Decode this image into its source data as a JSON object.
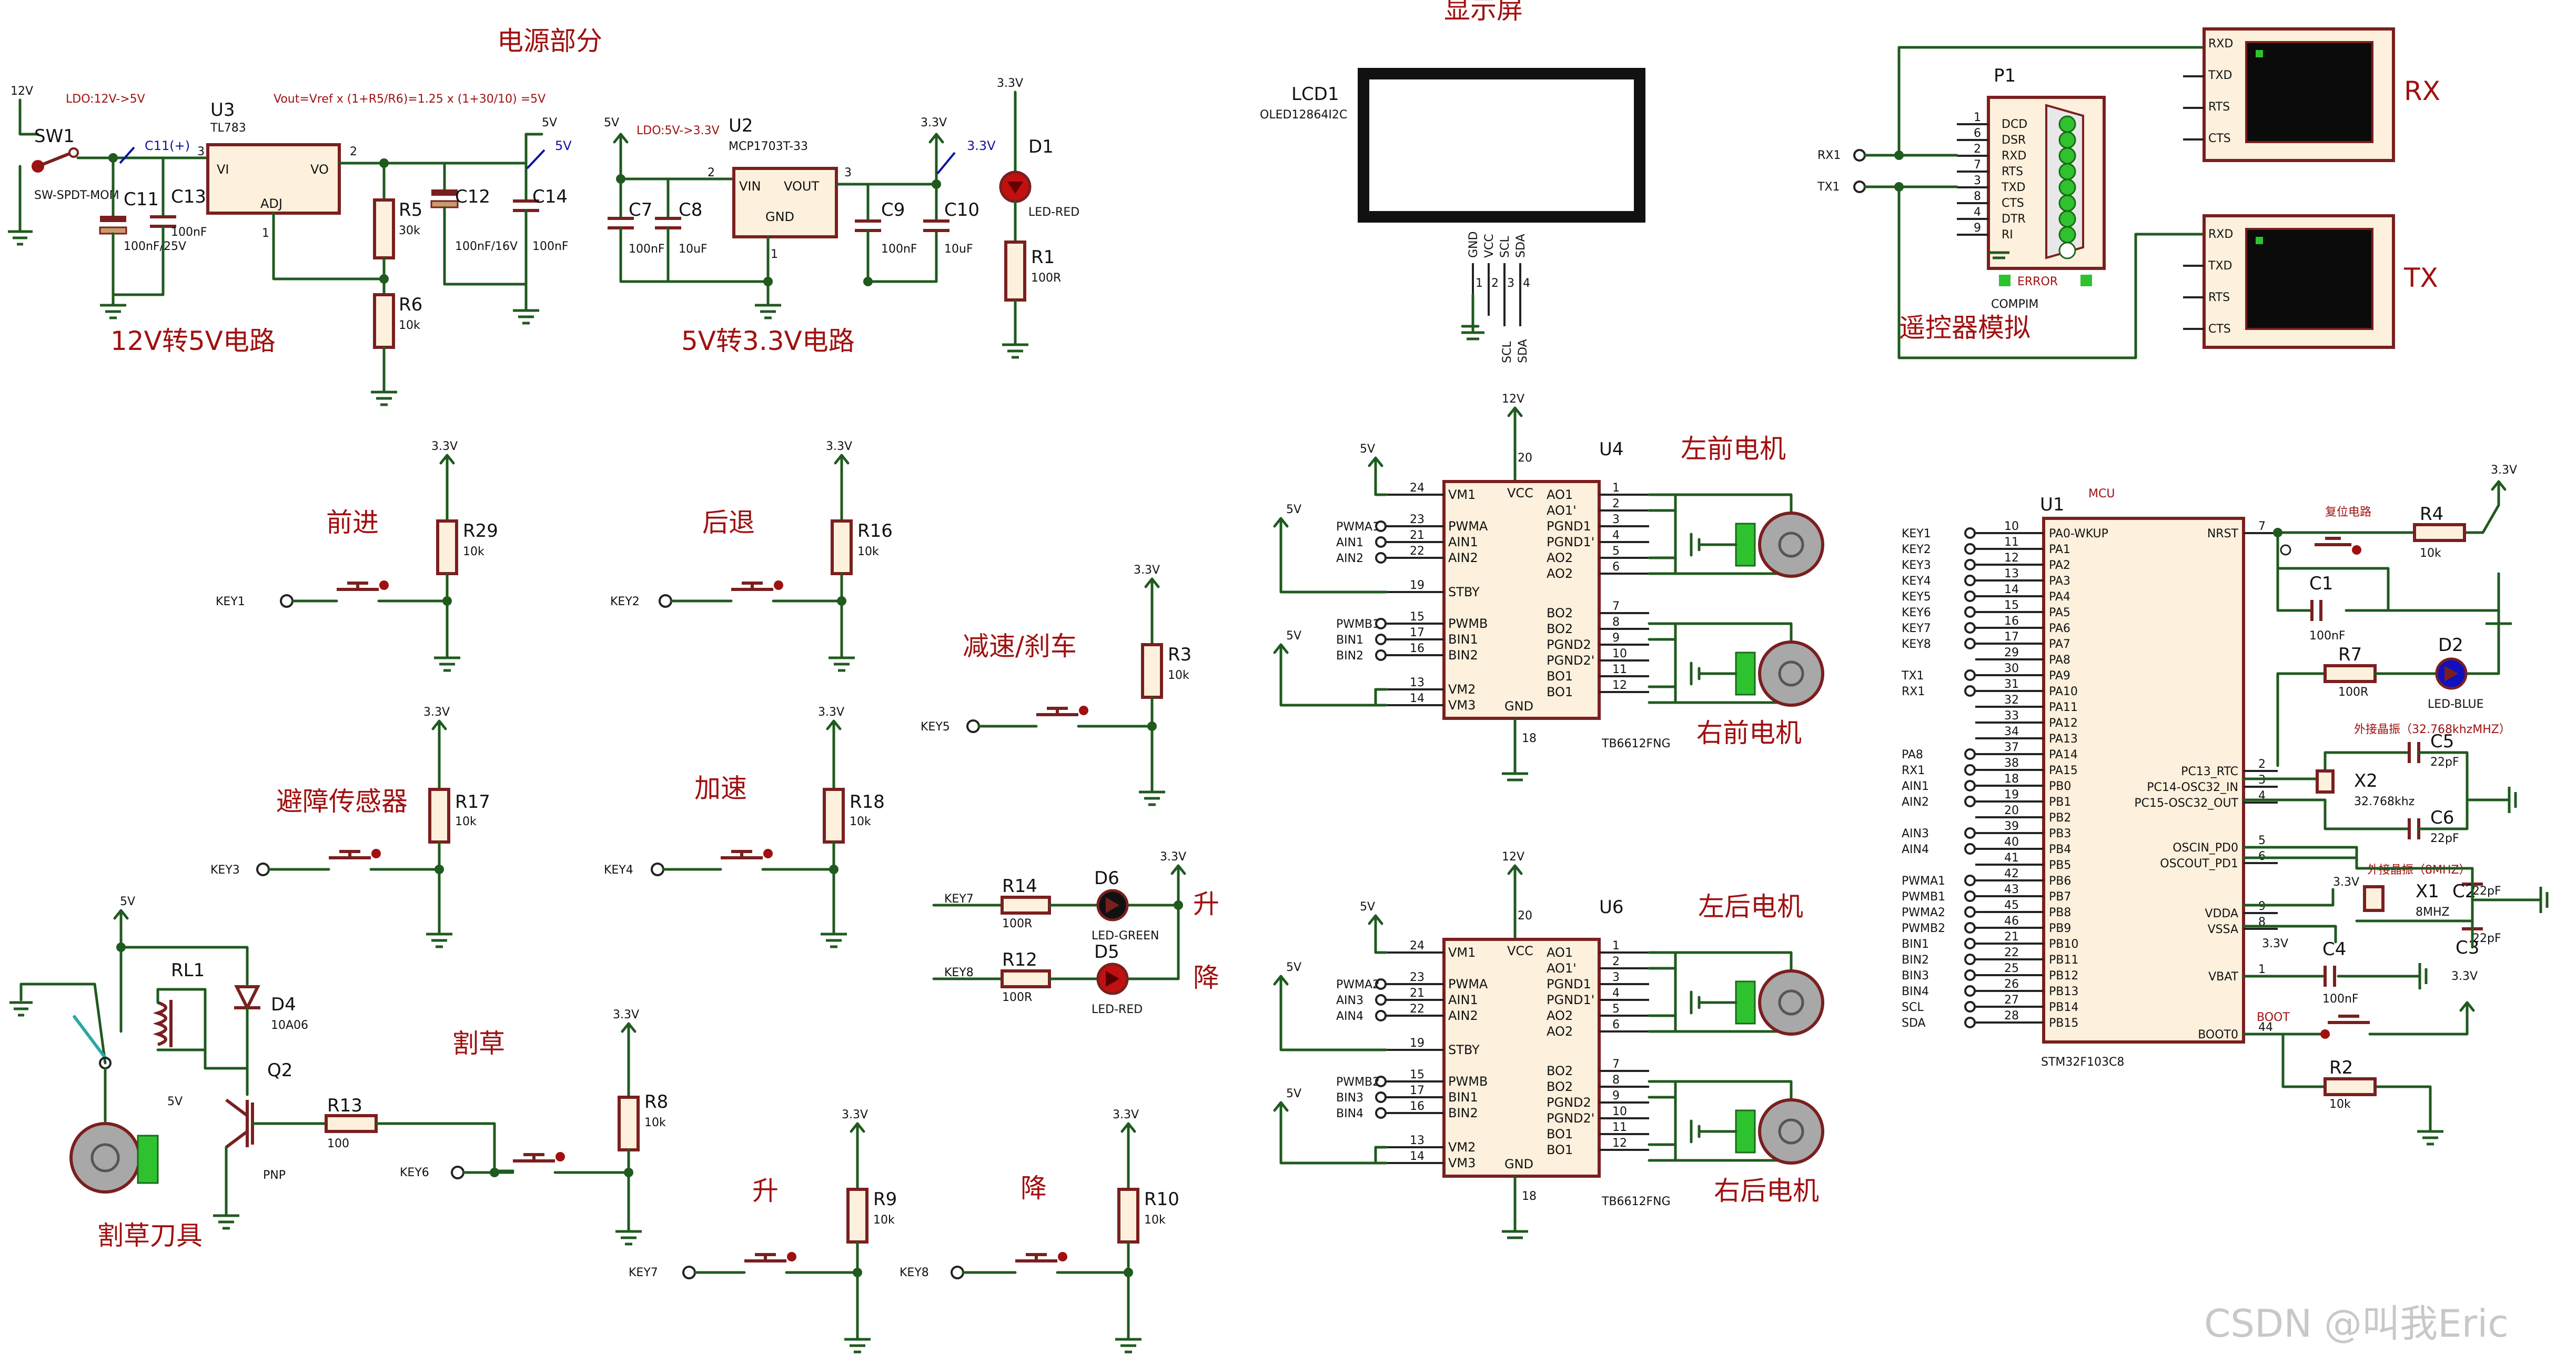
{
  "sections": {
    "power": "电源部分",
    "display": "显示屏",
    "remote": "遥控器模拟",
    "c12to5": "12V转5V电路",
    "c5to33": "5V转3.3V电路",
    "forward": "前进",
    "backward": "后退",
    "brake": "减速/刹车",
    "sensor": "避障传感器",
    "accel": "加速",
    "mowing": "割草",
    "up": "升",
    "down": "降",
    "up2": "升",
    "down2": "降",
    "blade": "割草刀具",
    "lf_motor": "左前电机",
    "rf_motor": "右前电机",
    "lr_motor": "左后电机",
    "rr_motor": "右后电机"
  },
  "power": {
    "v12": "12V",
    "sw1": "SW1",
    "sw1_val": "SW-SPDT-MOM",
    "ldo1_note": "LDO:12V->5V",
    "formula": "Vout=Vref x (1+R5/R6)=1.25 x (1+30/10) =5V",
    "u3": "U3",
    "u3_val": "TL783",
    "u3_vi": "VI",
    "u3_vo": "VO",
    "u3_adj": "ADJ",
    "c11plus": "C11(+)",
    "c11": "C11",
    "c11_val": "100nF/25V",
    "c13": "C13",
    "c13_val": "100nF",
    "r5": "R5",
    "r5_val": "30k",
    "r6": "R6",
    "r6_val": "10k",
    "c12": "C12",
    "c12_val": "100nF/16V",
    "c14": "C14",
    "c14_val": "100nF",
    "v5": "5V",
    "v5b": "5V",
    "v5c": "5V",
    "ldo2_note": "LDO:5V->3.3V",
    "u2": "U2",
    "u2_val": "MCP1703T-33",
    "u2_vin": "VIN",
    "u2_vout": "VOUT",
    "u2_gnd": "GND",
    "c7": "C7",
    "c7_val": "100nF",
    "c8": "C8",
    "c8_val": "10uF",
    "c9": "C9",
    "c9_val": "100nF",
    "c10": "C10",
    "c10_val": "10uF",
    "v33": "3.3V",
    "v33b": "3.3V",
    "v33c": "3.3V",
    "d1": "D1",
    "d1_val": "LED-RED",
    "r1": "R1",
    "r1_val": "100R"
  },
  "lcd": {
    "ref": "LCD1",
    "val": "OLED12864I2C",
    "pins": [
      "GND",
      "VCC",
      "SCL",
      "SDA"
    ],
    "nets": [
      "SCL",
      "SDA"
    ]
  },
  "p1": {
    "ref": "P1",
    "val": "COMPIM",
    "pins": [
      {
        "name": "DCD",
        "num": "1"
      },
      {
        "name": "DSR",
        "num": "6"
      },
      {
        "name": "RXD",
        "num": "2"
      },
      {
        "name": "RTS",
        "num": "7"
      },
      {
        "name": "TXD",
        "num": "3"
      },
      {
        "name": "CTS",
        "num": "8"
      },
      {
        "name": "DTR",
        "num": "4"
      },
      {
        "name": "RI",
        "num": "9"
      }
    ],
    "error": "ERROR",
    "rx1": "RX1",
    "tx1": "TX1"
  },
  "terms": {
    "rx": "RX",
    "tx": "TX",
    "pins": [
      "RXD",
      "TXD",
      "RTS",
      "CTS"
    ]
  },
  "keys": [
    {
      "key": "KEY1",
      "r": "R29",
      "v": "3.3V",
      "rv": "10k"
    },
    {
      "key": "KEY2",
      "r": "R16",
      "v": "3.3V",
      "rv": "10k"
    },
    {
      "key": "KEY5",
      "r": "R3",
      "v": "3.3V",
      "rv": "10k"
    },
    {
      "key": "KEY3",
      "r": "R17",
      "v": "3.3V",
      "rv": "10k"
    },
    {
      "key": "KEY4",
      "r": "R18",
      "v": "3.3V",
      "rv": "10k"
    },
    {
      "key": "KEY6",
      "r": "R8",
      "v": "3.3V",
      "rv": "10k"
    },
    {
      "key": "KEY7",
      "r": "R9",
      "v": "3.3V",
      "rv": "10k"
    },
    {
      "key": "KEY8",
      "r": "R10",
      "v": "3.3V",
      "rv": "10k"
    }
  ],
  "leds": {
    "key7": "KEY7",
    "key8": "KEY8",
    "r14": "R14",
    "r14_val": "100R",
    "r12": "R12",
    "r12_val": "100R",
    "d6": "D6",
    "d6_val": "LED-GREEN",
    "d5": "D5",
    "d5_val": "LED-RED",
    "v": "3.3V"
  },
  "relay": {
    "v5": "5V",
    "rl1": "RL1",
    "d4": "D4",
    "d4_val": "10A06",
    "q2": "Q2",
    "q2_val": "PNP",
    "r13": "R13",
    "r13_val": "100",
    "relay_v": "5V"
  },
  "drivers": [
    {
      "ref": "U4",
      "val": "TB6612FNG",
      "v12": "12V",
      "v5": "5V",
      "v5b": "5V",
      "v5c": "5V",
      "in": [
        "PWMA1",
        "AIN1",
        "AIN2",
        "PWMB1",
        "BIN1",
        "BIN2"
      ]
    },
    {
      "ref": "U6",
      "val": "TB6612FNG",
      "v12": "12V",
      "v5": "5V",
      "v5b": "5V",
      "v5c": "5V",
      "in": [
        "PWMA2",
        "AIN3",
        "AIN4",
        "PWMB2",
        "BIN3",
        "BIN4"
      ]
    }
  ],
  "driver_pins": {
    "left": [
      {
        "name": "VM1",
        "num": "24"
      },
      {
        "name": "PWMA",
        "num": "23"
      },
      {
        "name": "AIN1",
        "num": "21"
      },
      {
        "name": "AIN2",
        "num": "22"
      },
      {
        "name": "STBY",
        "num": "19"
      },
      {
        "name": "PWMB",
        "num": "15"
      },
      {
        "name": "BIN1",
        "num": "17"
      },
      {
        "name": "BIN2",
        "num": "16"
      },
      {
        "name": "VM2",
        "num": "13"
      },
      {
        "name": "VM3",
        "num": "14"
      }
    ],
    "right": [
      {
        "name": "AO1",
        "num": "1"
      },
      {
        "name": "AO1'",
        "num": "2"
      },
      {
        "name": "PGND1",
        "num": "3"
      },
      {
        "name": "PGND1'",
        "num": "4"
      },
      {
        "name": "AO2",
        "num": "5"
      },
      {
        "name": "AO2",
        "num": "6"
      },
      {
        "name": "BO2",
        "num": "7"
      },
      {
        "name": "BO2",
        "num": "8"
      },
      {
        "name": "PGND2",
        "num": "9"
      },
      {
        "name": "PGND2'",
        "num": "10"
      },
      {
        "name": "BO1",
        "num": "11"
      },
      {
        "name": "BO1",
        "num": "12"
      }
    ],
    "vcc": "VCC",
    "gnd": "GND",
    "vcc_num": "20",
    "gnd_num": "18"
  },
  "mcu": {
    "ref": "U1",
    "title": "MCU",
    "val": "STM32F103C8",
    "left": [
      {
        "net": "KEY1",
        "num": "10",
        "pin": "PA0-WKUP"
      },
      {
        "net": "KEY2",
        "num": "11",
        "pin": "PA1"
      },
      {
        "net": "KEY3",
        "num": "12",
        "pin": "PA2"
      },
      {
        "net": "KEY4",
        "num": "13",
        "pin": "PA3"
      },
      {
        "net": "KEY5",
        "num": "14",
        "pin": "PA4"
      },
      {
        "net": "KEY6",
        "num": "15",
        "pin": "PA5"
      },
      {
        "net": "KEY7",
        "num": "16",
        "pin": "PA6"
      },
      {
        "net": "KEY8",
        "num": "17",
        "pin": "PA7"
      },
      {
        "net": "",
        "num": "29",
        "pin": "PA8"
      },
      {
        "net": "TX1",
        "num": "30",
        "pin": "PA9"
      },
      {
        "net": "RX1",
        "num": "31",
        "pin": "PA10"
      },
      {
        "net": "",
        "num": "32",
        "pin": "PA11"
      },
      {
        "net": "",
        "num": "33",
        "pin": "PA12"
      },
      {
        "net": "",
        "num": "34",
        "pin": "PA13"
      },
      {
        "net": "PA8",
        "num": "37",
        "pin": "PA14"
      },
      {
        "net": "RX1",
        "num": "38",
        "pin": "PA15"
      },
      {
        "net": "AIN1",
        "num": "18",
        "pin": "PB0"
      },
      {
        "net": "AIN2",
        "num": "19",
        "pin": "PB1"
      },
      {
        "net": "",
        "num": "20",
        "pin": "PB2"
      },
      {
        "net": "AIN3",
        "num": "39",
        "pin": "PB3"
      },
      {
        "net": "AIN4",
        "num": "40",
        "pin": "PB4"
      },
      {
        "net": "",
        "num": "41",
        "pin": "PB5"
      },
      {
        "net": "PWMA1",
        "num": "42",
        "pin": "PB6"
      },
      {
        "net": "PWMB1",
        "num": "43",
        "pin": "PB7"
      },
      {
        "net": "PWMA2",
        "num": "45",
        "pin": "PB8"
      },
      {
        "net": "PWMB2",
        "num": "46",
        "pin": "PB9"
      },
      {
        "net": "BIN1",
        "num": "21",
        "pin": "PB10"
      },
      {
        "net": "BIN2",
        "num": "22",
        "pin": "PB11"
      },
      {
        "net": "BIN3",
        "num": "25",
        "pin": "PB12"
      },
      {
        "net": "BIN4",
        "num": "26",
        "pin": "PB13"
      },
      {
        "net": "SCL",
        "num": "27",
        "pin": "PB14"
      },
      {
        "net": "SDA",
        "num": "28",
        "pin": "PB15"
      }
    ],
    "right": [
      {
        "pin": "NRST",
        "num": "7"
      },
      {
        "pin": "PC13_RTC",
        "num": "2"
      },
      {
        "pin": "PC14-OSC32_IN",
        "num": "3"
      },
      {
        "pin": "PC15-OSC32_OUT",
        "num": "4"
      },
      {
        "pin": "OSCIN_PD0",
        "num": "5"
      },
      {
        "pin": "OSCOUT_PD1",
        "num": "6"
      },
      {
        "pin": "VDDA",
        "num": "9"
      },
      {
        "pin": "VSSA",
        "num": "8"
      },
      {
        "pin": "VBAT",
        "num": "1"
      },
      {
        "pin": "BOOT0",
        "num": "44"
      }
    ],
    "reset_note": "复位电路",
    "r4": "R4",
    "r4_val": "10k",
    "v33": "3.3V",
    "c1": "C1",
    "c1_val": "100nF",
    "r7": "R7",
    "r7_val": "100R",
    "d2": "D2",
    "d2_val": "LED-BLUE",
    "xtal_note": "外接晶振（32.768khzMHZ）",
    "x2": "X2",
    "x2_val": "32.768khz",
    "c5": "C5",
    "c5_val": "22pF",
    "c6": "C6",
    "c6_val": "22pF",
    "xtal2_note": "外接晶振（8MHZ）",
    "x1": "X1",
    "x1_val": "8MHZ",
    "c2": "C2",
    "c2_val": "22pF",
    "c3": "C3",
    "c3_val": "22pF",
    "v33b": "3.3V",
    "v33c": "3.3V",
    "v33d": "3.3V",
    "c4": "C4",
    "c4_val": "100nF",
    "boot": "BOOT",
    "r2": "R2",
    "r2_val": "10k"
  },
  "watermark": "CSDN @叫我Eric"
}
